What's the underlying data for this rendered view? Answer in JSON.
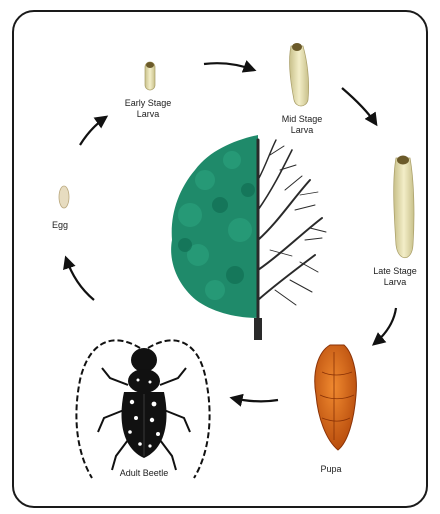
{
  "diagram": {
    "stages": [
      {
        "id": "egg",
        "label": "Egg"
      },
      {
        "id": "early-larva",
        "label": "Early Stage\nLarva"
      },
      {
        "id": "mid-larva",
        "label": "Mid Stage\nLarva"
      },
      {
        "id": "late-larva",
        "label": "Late Stage\nLarva"
      },
      {
        "id": "pupa",
        "label": "Pupa"
      },
      {
        "id": "adult-beetle",
        "label": "Adult Beetle"
      }
    ],
    "colors": {
      "frame": "#1a1a1a",
      "foliage": "#1f8a6a",
      "branches": "#2a2a2a",
      "larva": "#e8e2b0",
      "larva_head": "#6b5a2a",
      "pupa": "#d35a10",
      "beetle": "#111111",
      "arrow": "#111111"
    },
    "icons": [
      "tree-icon",
      "egg-icon",
      "larva-icon",
      "pupa-icon",
      "beetle-icon",
      "arrow-icon"
    ]
  }
}
